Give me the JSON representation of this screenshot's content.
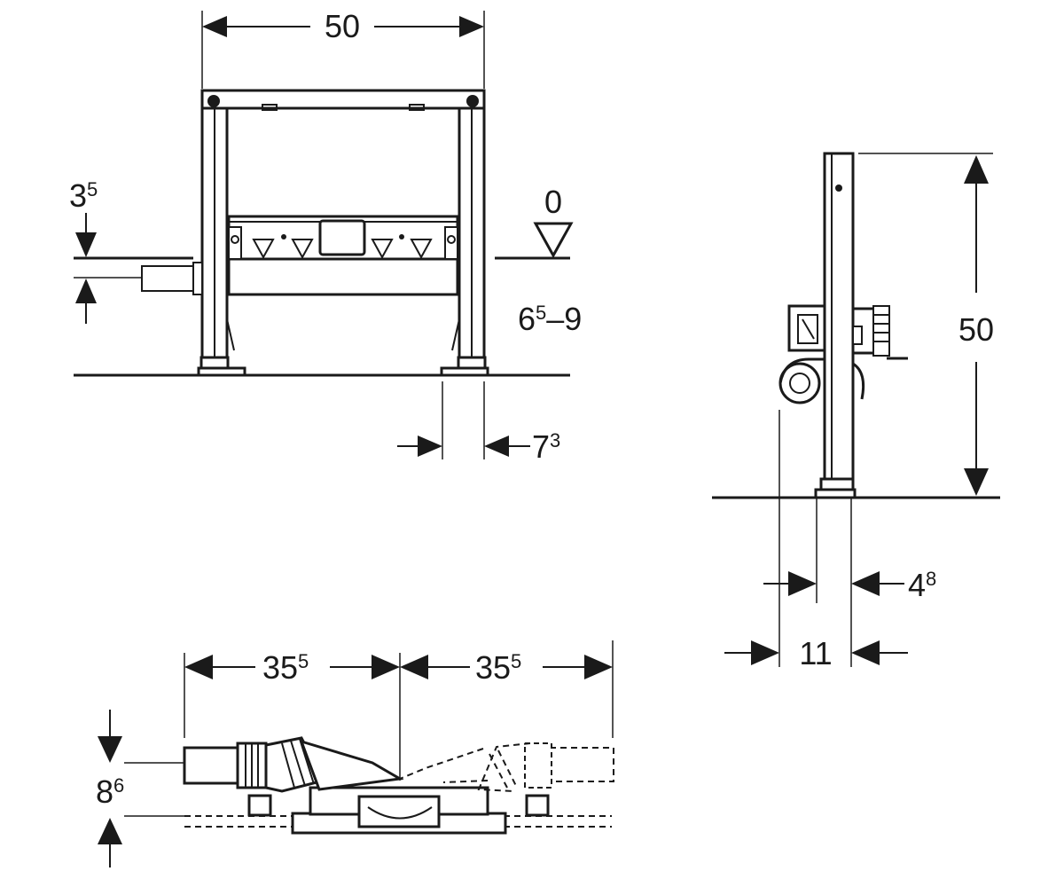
{
  "front_view": {
    "width": {
      "base": "50"
    },
    "top_offset": {
      "base": "3",
      "sup": "5"
    },
    "level_zero": {
      "base": "0"
    },
    "height_range": {
      "base": "6",
      "sup": "5",
      "tail": "–9"
    },
    "foot_width": {
      "base": "7",
      "sup": "3"
    }
  },
  "side_view": {
    "height": {
      "base": "50"
    },
    "depth_inner": {
      "base": "4",
      "sup": "8"
    },
    "depth_outer": {
      "base": "11"
    }
  },
  "top_view": {
    "left_span": {
      "base": "35",
      "sup": "5"
    },
    "right_span": {
      "base": "35",
      "sup": "5"
    },
    "pipe_height": {
      "base": "8",
      "sup": "6"
    }
  }
}
